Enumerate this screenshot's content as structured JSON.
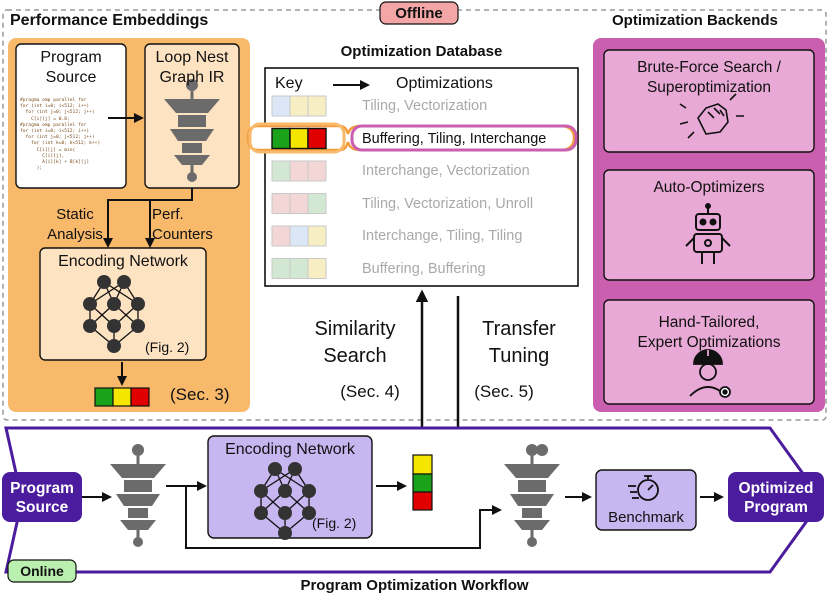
{
  "offline_tag": "Offline",
  "online_tag": "Online",
  "performance_embeddings": {
    "title": "Performance Embeddings",
    "program_source_label": "Program\nSource",
    "loop_nest_label": "Loop Nest\nGraph IR",
    "code_lines": [
      "#pragma omp parallel for",
      "for (int i=0; i<512; i++)",
      "  for (int j=0; j<512; j++)",
      "    C[i][j] = 0.0;",
      "#pragma omp parallel for",
      "for (int i=0; i<512; i++)",
      "  for (int j=0; j<512; j++)",
      "    for (int k=0; k<512; k++)",
      "      C[i][j] = min(",
      "        C[i][j],",
      "        A[i][k] + B[k][j]",
      "      );"
    ],
    "static_analysis": "Static\nAnalysis",
    "perf_counters": "Perf.\nCounters",
    "encoding_network": "Encoding Network",
    "fig_ref": "(Fig. 2)",
    "sec_ref": "(Sec. 3)"
  },
  "optimization_database": {
    "title": "Optimization Database",
    "key_label": "Key",
    "optimizations_label": "Optimizations",
    "rows": [
      {
        "text": "Tiling, Vectorization",
        "colors": [
          "#dbe6f7",
          "#f7eec4",
          "#f7eec4"
        ],
        "highlighted": false
      },
      {
        "text": "Buffering, Tiling, Interchange",
        "colors": [
          "#1aa31a",
          "#f5e600",
          "#e00000"
        ],
        "highlighted": true
      },
      {
        "text": "Interchange, Vectorization",
        "colors": [
          "#d3e8d3",
          "#f3d6d6",
          "#f3d6d6"
        ],
        "highlighted": false
      },
      {
        "text": "Tiling, Vectorization, Unroll",
        "colors": [
          "#f3d6d6",
          "#f3d6d6",
          "#d3e8d3"
        ],
        "highlighted": false
      },
      {
        "text": "Interchange, Tiling, Tiling",
        "colors": [
          "#f3d6d6",
          "#dbe6f7",
          "#f7eec4"
        ],
        "highlighted": false
      },
      {
        "text": "Buffering, Buffering",
        "colors": [
          "#d3e8d3",
          "#d3e8d3",
          "#f7eec4"
        ],
        "highlighted": false
      }
    ]
  },
  "optimization_backends": {
    "title": "Optimization Backends",
    "items": [
      {
        "label": "Brute-Force Search /\nSuperoptimization",
        "icon": "fist-icon"
      },
      {
        "label": "Auto-Optimizers",
        "icon": "robot-icon"
      },
      {
        "label": "Hand-Tailored,\nExpert Optimizations",
        "icon": "engineer-icon"
      }
    ]
  },
  "middle": {
    "similarity_search": "Similarity\nSearch",
    "sec4": "(Sec. 4)",
    "transfer_tuning": "Transfer\nTuning",
    "sec5": "(Sec. 5)"
  },
  "workflow": {
    "title": "Program Optimization Workflow",
    "program_source": "Program\nSource",
    "encoding_network": "Encoding Network",
    "fig_ref": "(Fig. 2)",
    "benchmark": "Benchmark",
    "optimized_program": "Optimized\nProgram"
  },
  "colors": {
    "orange_panel": "#f9b96b",
    "pink_panel": "#c95fae",
    "pink_inner": "#e8a9d6",
    "purple": "#4b1d9e",
    "lavender": "#c7b6f0",
    "graph_gray": "#6b6b6b",
    "offline_tag": "#f4a6a6",
    "online_tag": "#b9f0b0"
  }
}
